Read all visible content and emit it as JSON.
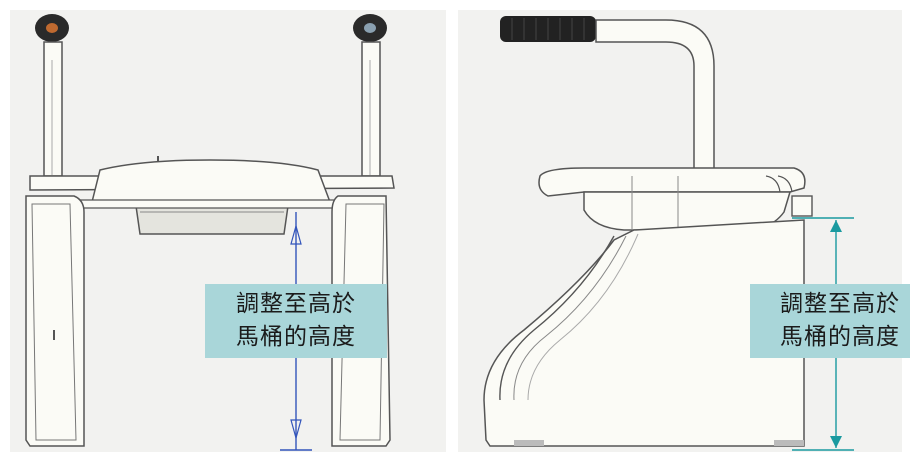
{
  "left_view": {
    "label_line1": "調整至高於",
    "label_line2": "馬桶的高度"
  },
  "right_view": {
    "label_line1": "調整至高於",
    "label_line2": "馬桶的高度"
  },
  "colors": {
    "background": "#ffffff",
    "panel_bg": "#f2f2f0",
    "body": "#fbfbf6",
    "outline": "#555555",
    "dimension_left": "#3355bb",
    "dimension_right": "#1a9aa0",
    "label_bg": "#a9d6d9",
    "grip": "#222222",
    "knob_accent": "#c06a30"
  }
}
